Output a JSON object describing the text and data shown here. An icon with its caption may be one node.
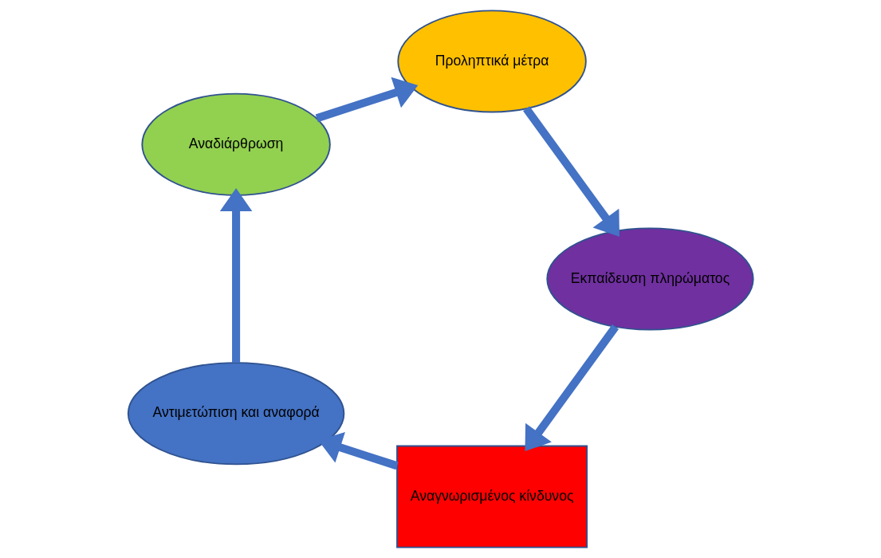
{
  "diagram": {
    "nodes": [
      {
        "text": [
          "Αναγνωρισμένος κίνδυνος"
        ]
      },
      {
        "text": [
          "Αντιμετώπιση και αναφορά"
        ]
      },
      {
        "text": [
          "Αναδιάρθρωση"
        ]
      },
      {
        "text": [
          "Προληπτικά μέτρα"
        ]
      },
      {
        "text": [
          "Εκπαίδευση πληρώματος"
        ]
      }
    ],
    "edges": [
      {
        "from": 0,
        "to": 1,
        "arrow": "to"
      },
      {
        "from": 1,
        "to": 2,
        "arrow": "to"
      },
      {
        "from": 2,
        "to": 3,
        "arrow": "to"
      },
      {
        "from": 3,
        "to": 4,
        "arrow": "to"
      },
      {
        "from": 4,
        "to": 0,
        "arrow": "to"
      }
    ]
  }
}
